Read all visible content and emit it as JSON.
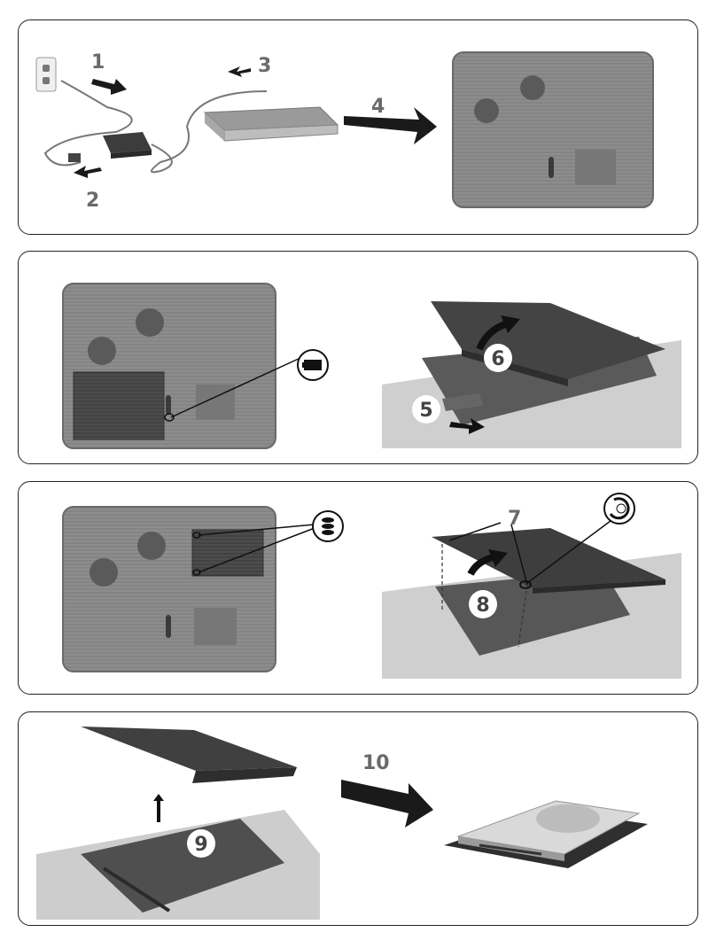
{
  "panels": [
    {
      "steps": [
        "1",
        "2",
        "3",
        "4"
      ]
    },
    {
      "steps": [
        "5",
        "6"
      ]
    },
    {
      "steps": [
        "7",
        "8"
      ]
    },
    {
      "steps": [
        "9",
        "10"
      ]
    }
  ],
  "icons": [
    "power-outlet-icon",
    "ac-adapter-icon",
    "battery-icon",
    "screw-stack-icon",
    "rotate-screw-icon",
    "hard-drive-icon"
  ],
  "colors": {
    "border": "#222222",
    "step_text": "#6a6a6a",
    "device_gray": "#8e8e8e",
    "dark_gray": "#444444",
    "arrow": "#1a1a1a"
  }
}
